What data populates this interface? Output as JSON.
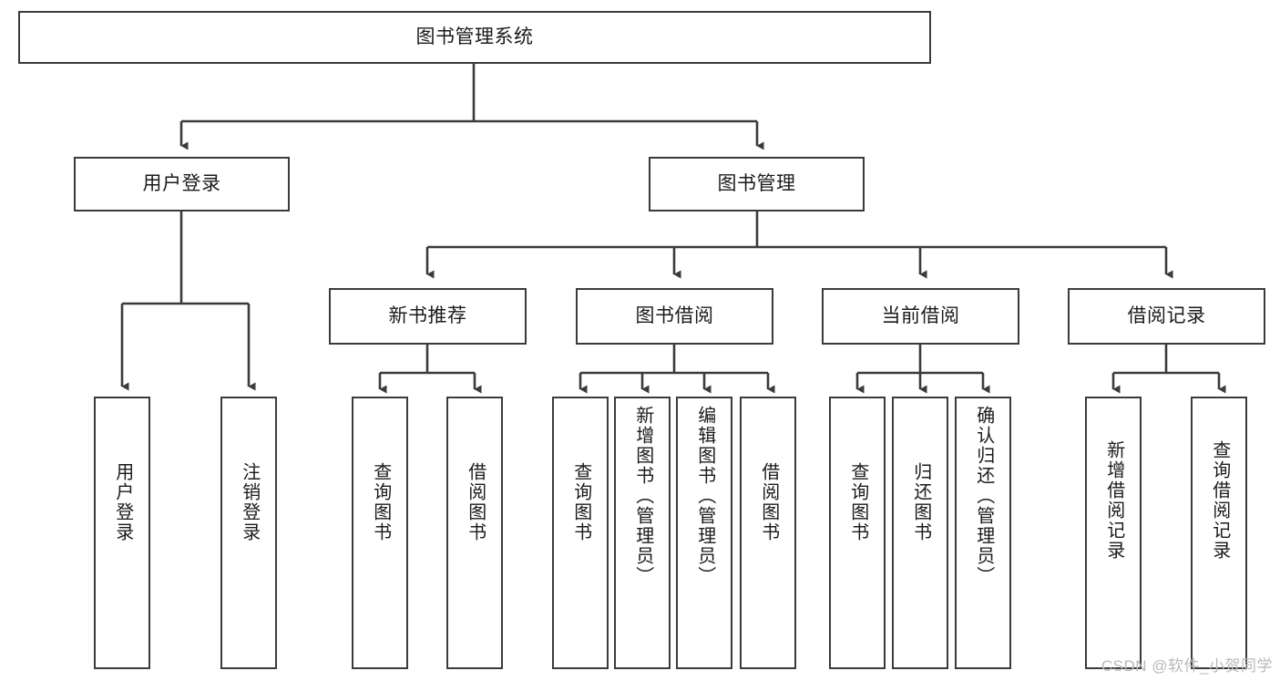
{
  "diagram": {
    "title": "图书管理系统",
    "watermark": "CSDN @软件_小贺同学",
    "colors": {
      "background": "#ffffff",
      "box_border": "#3b3b3b",
      "edge": "#3b3b3b",
      "text": "#1b1b1b",
      "watermark": "#b9b9b9"
    },
    "root": {
      "label": "图书管理系统"
    },
    "level1": [
      {
        "label": "用户登录"
      },
      {
        "label": "图书管理"
      }
    ],
    "level2": [
      {
        "label": "新书推荐"
      },
      {
        "label": "图书借阅"
      },
      {
        "label": "当前借阅"
      },
      {
        "label": "借阅记录"
      }
    ],
    "leaves": {
      "user_login": [
        {
          "label": "用户登录"
        },
        {
          "label": "注销登录"
        }
      ],
      "new_book": [
        {
          "label": "查询图书"
        },
        {
          "label": "借阅图书"
        }
      ],
      "book_borrow": [
        {
          "label": "查询图书"
        },
        {
          "label": "新增图书（管理员）"
        },
        {
          "label": "编辑图书（管理员）"
        },
        {
          "label": "借阅图书"
        }
      ],
      "current_borrow": [
        {
          "label": "查询图书"
        },
        {
          "label": "归还图书"
        },
        {
          "label": "确认归还（管理员）"
        }
      ],
      "borrow_record": [
        {
          "label": "新增借阅记录"
        },
        {
          "label": "查询借阅记录"
        }
      ]
    }
  }
}
